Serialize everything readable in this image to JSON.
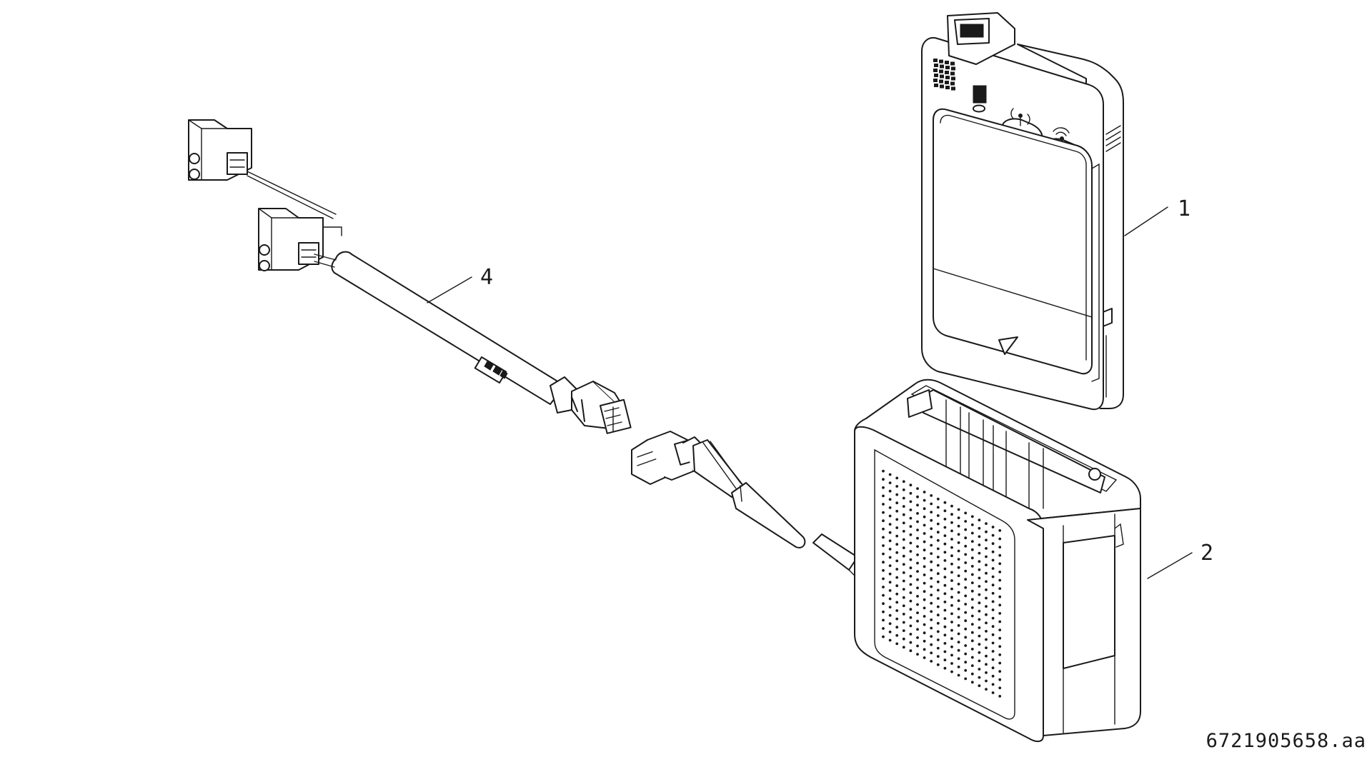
{
  "callouts": {
    "c1": "1",
    "c2": "2",
    "c4": "4"
  },
  "reference_code": "6721905658.aa",
  "parts": [
    {
      "id": "1",
      "icon": "control-unit-icon"
    },
    {
      "id": "2",
      "icon": "wall-holder-icon"
    },
    {
      "id": "4",
      "icon": "connection-cable-icon"
    }
  ],
  "line_color": "#1a1a1a",
  "background": "#ffffff"
}
